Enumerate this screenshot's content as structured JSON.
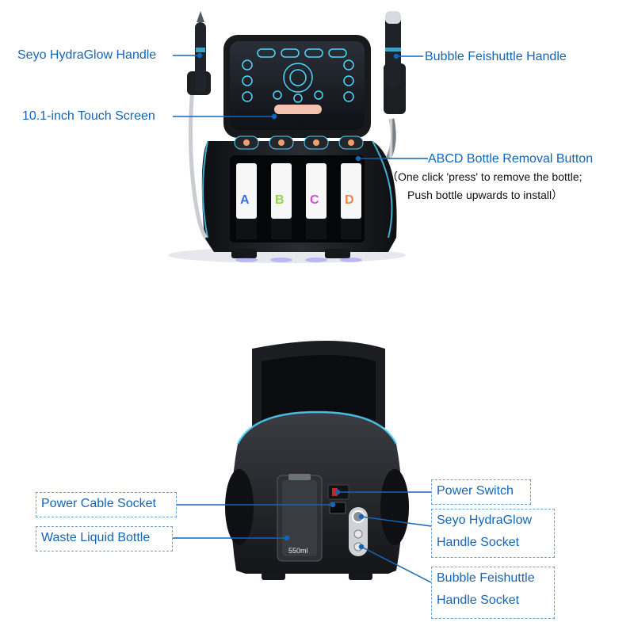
{
  "front_view": {
    "labels": {
      "left_handle": "Seyo HydraGlow Handle",
      "right_handle": "Bubble Feishuttle Handle",
      "touch_screen": "10.1-inch Touch Screen",
      "bottle_button": "ABCD Bottle Removal Button",
      "bottle_note_1": "（One click 'press' to remove the bottle;",
      "bottle_note_2": "Push bottle upwards to install）"
    },
    "bottles": [
      {
        "letter": "A",
        "color": "#3b6fd8"
      },
      {
        "letter": "B",
        "color": "#8fd34a"
      },
      {
        "letter": "C",
        "color": "#d24fc9"
      },
      {
        "letter": "D",
        "color": "#e8854a"
      }
    ]
  },
  "back_view": {
    "labels": {
      "power_cable_socket": "Power Cable Socket",
      "waste_liquid_bottle": "Waste Liquid Bottle",
      "power_switch": "Power Switch",
      "hydraglow_socket_1": "Seyo HydraGlow",
      "hydraglow_socket_2": "Handle Socket",
      "feishuttle_socket_1": "Bubble Feishuttle",
      "feishuttle_socket_2": "Handle Socket"
    },
    "waste_bottle_volume": "550ml"
  },
  "colors": {
    "label_blue": "#1565b5",
    "device_black": "#1c1e22",
    "accent_cyan": "#4fd6ff"
  }
}
